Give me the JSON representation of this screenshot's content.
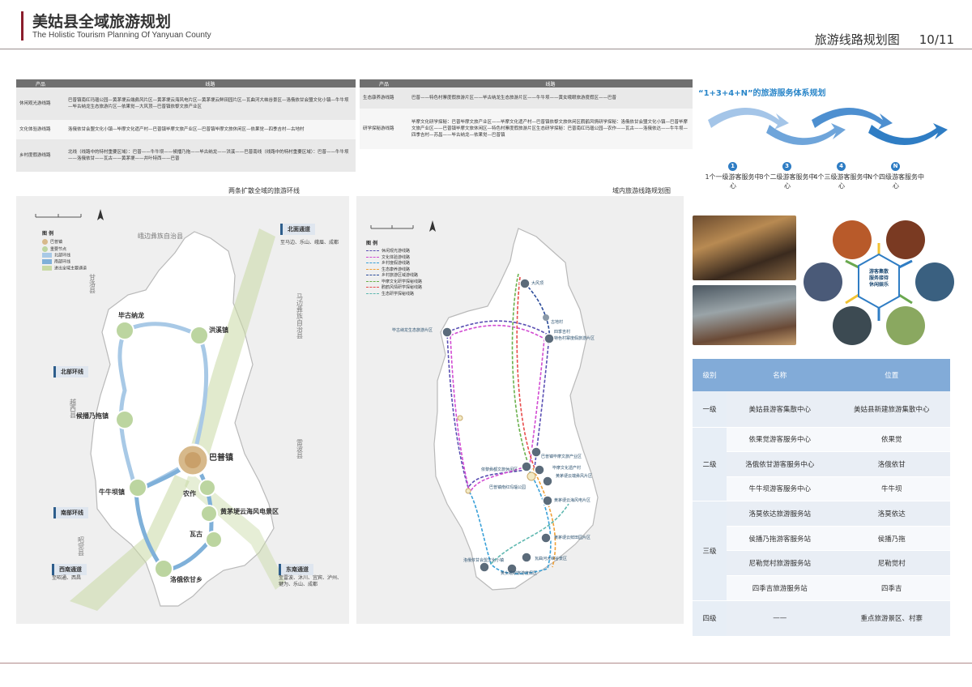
{
  "header": {
    "title": "美姑县全域旅游规划",
    "subtitle": "The Holistic Tourism Planning Of Yanyuan County",
    "page_title": "旅游线路规划图",
    "page_number": "10/11"
  },
  "route_table_left": {
    "headers": [
      "产品",
      "线路"
    ],
    "rows": [
      {
        "product": "休闲观光游线路",
        "route": "巴普镇南红玛瑙公园—黄茅埂云端彝风片区—黄茅埂云海风电片区—黄茅埂云鲜田园片区—瓦曲河大峡谷景区—洛俄依甘会盟文化小镇—牛牛坝—毕古纳龙生态旅游片区—依果觉—大风顶—巴普镇依黎文旅产业区"
      },
      {
        "product": "文化体验游线路",
        "route": "洛俄依甘会盟文化小镇—毕摩文化遗产村—巴普镇毕摩文旅产业区—巴普镇毕摩文旅休闲区—依果觉—四季吉村—古地村"
      },
      {
        "product": "乡村度假游线路",
        "route": "北线（线路中的特村重要区域）：巴普——牛牛坝——候播乃拖——毕古纳龙——洪溪——巴普南线（线路中的特村重要区域）：巴普——牛牛坝——洛俄依甘——瓦古——黄茅埂——井叶特西——巴普"
      }
    ]
  },
  "route_table_right": {
    "headers": [
      "产品",
      "线路"
    ],
    "rows": [
      {
        "product": "生态康养游线路",
        "route": "巴普——特色村寨度假旅游片区——毕古纳龙生态旅游片区——牛牛坝——黄女峨眼旅游度假区——巴普"
      },
      {
        "product": "研学探秘游线路",
        "route": "毕摩文化研学探秘：巴普毕摩文旅产业区——毕摩文化遗产村—巴普镇依黎文旅休闲区鹳鹤风情研学探秘：洛俄依甘会盟文化小镇—巴普毕摩文旅产业区——巴普镇毕摩文旅休闲区—特色村寨度假旅游片区生态研学探秘：巴普南红玛瑙公园—农作——瓦古——洛俄依达——牛牛坝—四季吉村—苏昌——毕古纳龙—依果觉—巴普镇"
      }
    ]
  },
  "map_left": {
    "title": "两条扩散全域的旅游环线",
    "legend_title": "图 例",
    "legend": [
      "巴普镇",
      "重要节点",
      "北部环线",
      "南部环线",
      "进出全域主要通道"
    ],
    "tags": [
      {
        "label": "北部环线"
      },
      {
        "label": "南部环线"
      }
    ],
    "channels": [
      {
        "label": "北面通道",
        "note": "至马边、乐山、峨眉、成都"
      },
      {
        "label": "西南通道",
        "note": "至昭通、西昌"
      },
      {
        "label": "东南通道",
        "note": "至雷波、沐川、宜宾、泸州、犍为、乐山、成都"
      }
    ],
    "towns": [
      "毕古纳龙",
      "洪溪镇",
      "候播乃拖镇",
      "巴普镇",
      "牛牛坝镇",
      "农作",
      "黄茅埂云海风电景区",
      "瓦古",
      "洛俄依甘乡"
    ],
    "county_labels": [
      "峨边彝族自治县",
      "甘洛县",
      "马边彝族自治县",
      "越西县",
      "昭觉县",
      "雷波县"
    ]
  },
  "map_right": {
    "title": "域内旅游线路规划图",
    "legend_title": "图 例",
    "legend": [
      "休闲观光游线路",
      "文化体验游线路",
      "乡村度假游线路",
      "生态康养游线路",
      "乡村旅游区域游线路",
      "毕摩文化研学探秘线路",
      "鹳鹤风情研学探秘线路",
      "生态研学探秘线路"
    ],
    "spots": [
      "大风顶",
      "古地村",
      "毕古纳龙生态旅游片区",
      "四季吉村",
      "特色村寨度假旅游片区",
      "巴普镇毕摩文旅产业区",
      "依黎彝都文旅休闲区",
      "毕摩文化遗产村",
      "巴普镇南红玛瑙公园",
      "黄茅埂云端彝风片区",
      "黄茅埂云海风电片区",
      "黄茅埂云鲜田园片区",
      "洛俄依甘会盟文化小镇",
      "瓦曲河大峡谷景区",
      "黄女峨眼旅游度假区"
    ]
  },
  "service_system": {
    "title": "“1+3+4+N”的旅游服务体系规划",
    "levels": [
      {
        "num": "1",
        "label": "1个一级游客服务中心"
      },
      {
        "num": "3",
        "label": "3个二级游客服务中心"
      },
      {
        "num": "4",
        "label": "4个三级游客服务中心"
      },
      {
        "num": "N",
        "label": "N个四级游客服务中心"
      }
    ],
    "hex_center": "游客集散\n服务接待\n休闲娱乐"
  },
  "service_table": {
    "headers": [
      "级别",
      "名称",
      "位置"
    ],
    "groups": [
      {
        "level": "一级",
        "rows": [
          {
            "name": "美姑县游客集散中心",
            "location": "美姑县新建旅游集散中心"
          }
        ]
      },
      {
        "level": "二级",
        "rows": [
          {
            "name": "依果觉游客服务中心",
            "location": "依果觉"
          },
          {
            "name": "洛俄依甘游客服务中心",
            "location": "洛俄依甘"
          },
          {
            "name": "牛牛坝游客服务中心",
            "location": "牛牛坝"
          }
        ]
      },
      {
        "level": "三级",
        "rows": [
          {
            "name": "洛莫依达旅游服务站",
            "location": "洛莫依达"
          },
          {
            "name": "侯播乃拖游客服务站",
            "location": "侯播乃拖"
          },
          {
            "name": "尼勒觉村旅游服务站",
            "location": "尼勒觉村"
          },
          {
            "name": "四季吉旅游服务站",
            "location": "四季吉"
          }
        ]
      },
      {
        "level": "四级",
        "rows": [
          {
            "name": "——",
            "location": "重点旅游景区、村寨"
          }
        ]
      }
    ]
  },
  "colors": {
    "accent_red": "#8b1d2c",
    "blue": "#2f7dc4",
    "table_header": "#82abd8",
    "north_loop": "#a8c9e6",
    "south_loop": "#7fb0d9",
    "green_channel": "#c8d9a4"
  }
}
